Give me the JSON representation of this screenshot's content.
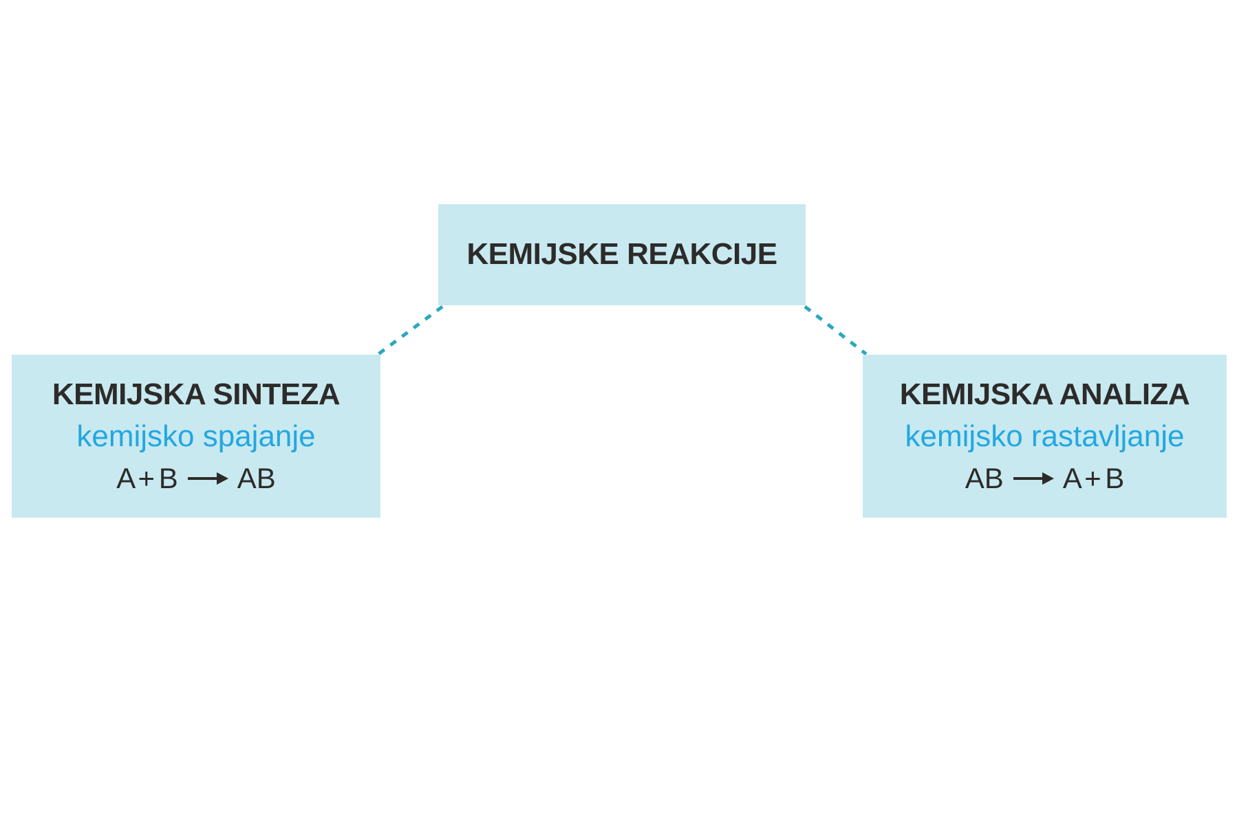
{
  "colors": {
    "page_bg": "#ffffff",
    "box_fill": "#c8e9f0",
    "heading_text": "#2d2b2a",
    "accent_blue": "#23a7e1",
    "connector_teal": "#2ba7bf"
  },
  "diagram": {
    "root": {
      "title": "KEMIJSKE REAKCIJE"
    },
    "synthesis": {
      "title": "KEMIJSKA SINTEZA",
      "subtitle": "kemijsko spajanje",
      "formula_lhs": "A + B",
      "formula_rhs": "AB"
    },
    "analysis": {
      "title": "KEMIJSKA ANALIZA",
      "subtitle": "kemijsko rastavljanje",
      "formula_lhs": "AB",
      "formula_rhs": "A + B"
    }
  }
}
